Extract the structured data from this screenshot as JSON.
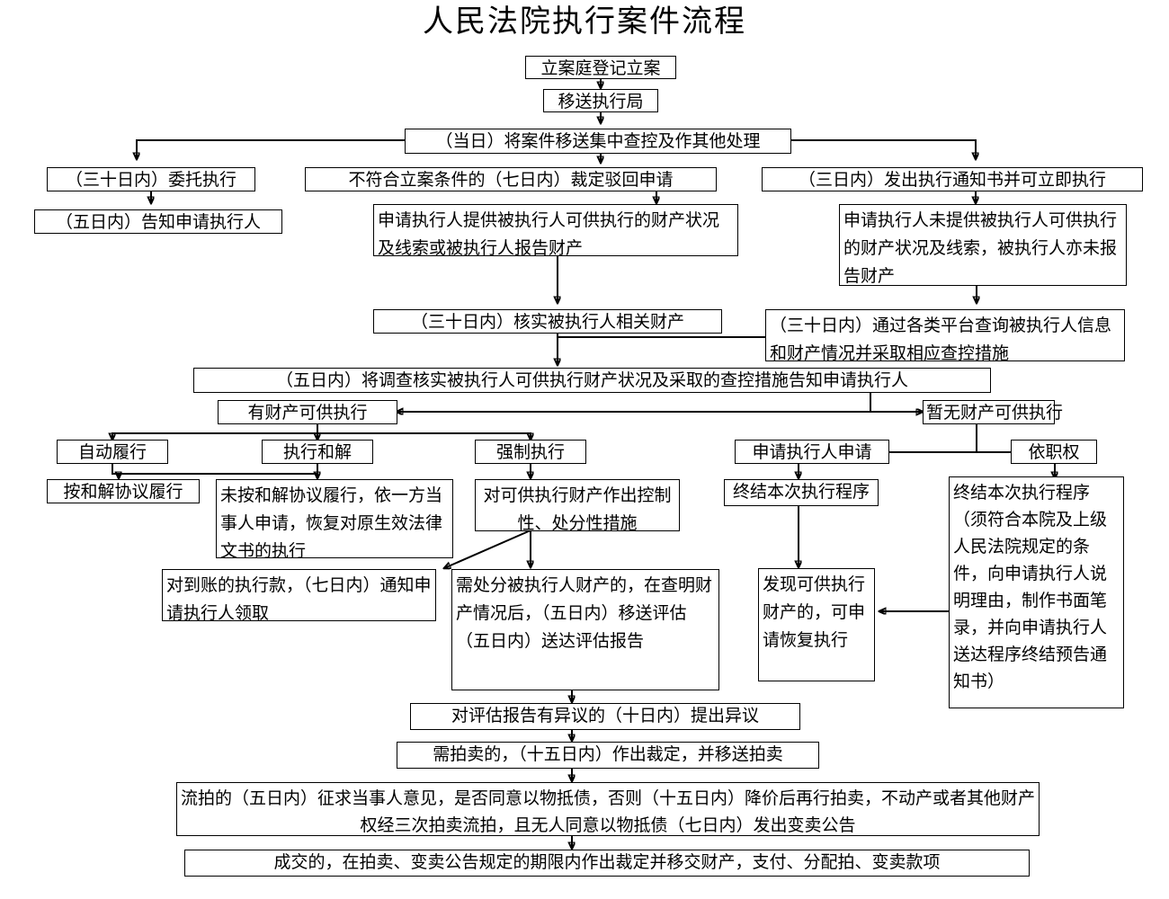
{
  "title": "人民法院执行案件流程",
  "nodes": {
    "n01": "立案庭登记立案",
    "n02": "移送执行局",
    "n03": "（当日）将案件移送集中查控及作其他处理",
    "n04": "（三十日内）委托执行",
    "n05": "（五日内）告知申请执行人",
    "n06": "不符合立案条件的（七日内）裁定驳回申请",
    "n07": "（三日内）发出执行通知书并可立即执行",
    "n08": "申请执行人提供被执行人可供执行的财产状况及线索或被执行人报告财产",
    "n09": "申请执行人未提供被执行人可供执行的财产状况及线索，被执行人亦未报告财产",
    "n10": "（三十日内）核实被执行人相关财产",
    "n11": "（三十日内）通过各类平台查询被执行人信息和财产情况并采取相应查控措施",
    "n12": "（五日内）将调查核实被执行人可供执行财产状况及采取的查控措施告知申请执行人",
    "n13": "有财产可供执行",
    "n14": "暂无财产可供执行",
    "n15": "自动履行",
    "n16": "执行和解",
    "n17": "强制执行",
    "n18": "申请执行人申请",
    "n19": "依职权",
    "n20": "按和解协议履行",
    "n21": "未按和解协议履行，依一方当事人申请，恢复对原生效法律文书的执行",
    "n22": "对可供执行财产作出控制性、处分性措施",
    "n23": "终结本次执行程序",
    "n24": "终结本次执行程序（须符合本院及上级人民法院规定的条件，向申请执行人说明理由，制作书面笔录，并向申请执行人送达程序终结预告通知书）",
    "n25": "对到账的执行款，（七日内）通知申请执行人领取",
    "n26": "需处分被执行人财产的，在查明财产情况后，（五日内）移送评估（五日内）送达评估报告",
    "n27": "发现可供执行财产的，可申请恢复执行",
    "n28": "对评估报告有异议的（十日内）提出异议",
    "n29": "需拍卖的，（十五日内）作出裁定，并移送拍卖",
    "n30": "流拍的（五日内）征求当事人意见，是否同意以物抵债，否则（十五日内）降价后再行拍卖，不动产或者其他财产权经三次拍卖流拍，且无人同意以物抵债（七日内）发出变卖公告",
    "n31": "成交的，在拍卖、变卖公告规定的期限内作出裁定并移交财产，支付、分配拍、变卖款项"
  },
  "colors": {
    "stroke": "#000000",
    "background": "#ffffff",
    "text": "#000000"
  }
}
